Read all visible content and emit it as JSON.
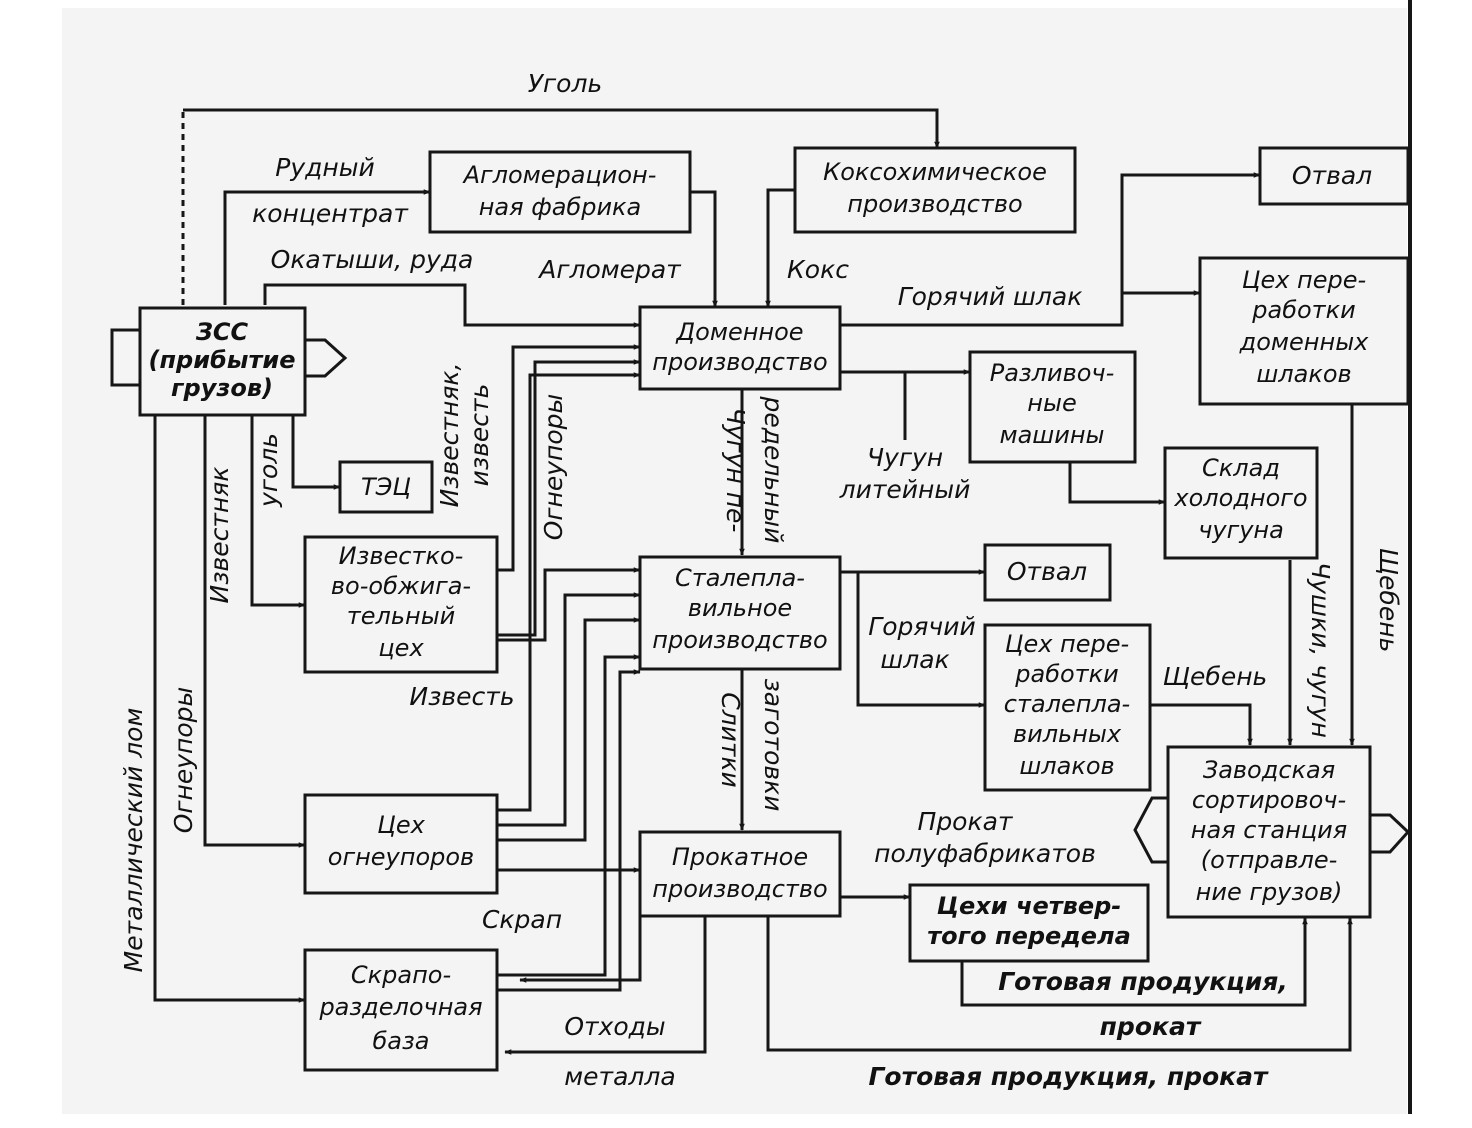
{
  "nodes": {
    "zss": [
      "ЗСС",
      "(прибытие",
      "грузов)"
    ],
    "aglo": [
      "Агломерацион-",
      "ная фабрика"
    ],
    "koks": [
      "Коксохимическое",
      "производство"
    ],
    "otval1": [
      "Отвал"
    ],
    "domna": [
      "Доменное",
      "производство"
    ],
    "razliv": [
      "Разливоч-",
      "ные",
      "машины"
    ],
    "tsekh_dom": [
      "Цех пере-",
      "работки",
      "доменных",
      "шлаков"
    ],
    "tets": [
      "ТЭЦ"
    ],
    "izv_tsekh": [
      "Известко-",
      "во-обжига-",
      "тельный",
      "цех"
    ],
    "sklad": [
      "Склад",
      "холодного",
      "чугуна"
    ],
    "staleplav": [
      "Сталепла-",
      "вильное",
      "производство"
    ],
    "otval2": [
      "Отвал"
    ],
    "tsekh_stal": [
      "Цех пере-",
      "работки",
      "сталепла-",
      "вильных",
      "шлаков"
    ],
    "ogneup_tsekh": [
      "Цех",
      "огнеупоров"
    ],
    "prokat": [
      "Прокатное",
      "производство"
    ],
    "chetv": [
      "Цехи четвер-",
      "того передела"
    ],
    "zav_stantsiya": [
      "Заводская",
      "сортировоч-",
      "ная станция",
      "(отправле-",
      "ние грузов)"
    ],
    "skrap_baza": [
      "Скрапо-",
      "разделочная",
      "база"
    ]
  },
  "labels": {
    "ugol_top": "Уголь",
    "rudny": "Рудный",
    "kontsentrat": "концентрат",
    "okatyshi": "Окатыши, руда",
    "aglomerat": "Агломерат",
    "koks_lbl": "Кокс",
    "goryachiy_shlak_1": "Горячий шлак",
    "izvestnyak_izvest": [
      "Известняк,",
      "известь"
    ],
    "ogneupory_v": "Огнеупоры",
    "ugol_v": "уголь",
    "izvestnyak_v": "Известняк",
    "chugun_pered": [
      "Чугун пе-",
      "редельный"
    ],
    "chugun_liteyny": [
      "Чугун",
      "литейный"
    ],
    "shcheben_v": "Щебень",
    "chushki": "Чушки, чугун",
    "goryachiy_shlak_2": [
      "Горячий",
      "шлак"
    ],
    "shcheben_h": "Щебень",
    "izvest": "Известь",
    "ogneupory_left": "Огнеупоры",
    "metal_lom": "Металлический лом",
    "slitki": "Слитки",
    "zagotovki": "заготовки",
    "prokat_polufab": [
      "Прокат",
      "полуфабрикатов"
    ],
    "skrap": "Скрап",
    "gotovaya_1": "Готовая продукция,",
    "prokat_1": "прокат",
    "otkhody": "Отходы",
    "metalla": "металла",
    "gotovaya_2": "Готовая продукция, прокат"
  }
}
